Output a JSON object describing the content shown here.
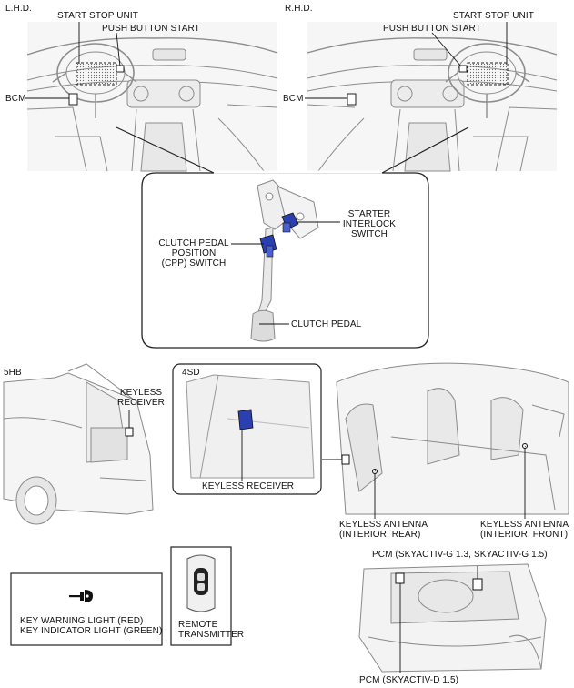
{
  "views": {
    "lhd": "L.H.D.",
    "rhd": "R.H.D."
  },
  "labels": {
    "start_stop_unit": "START STOP UNIT",
    "push_button_start": "PUSH BUTTON START",
    "bcm": "BCM",
    "starter_interlock_switch_1": "STARTER",
    "starter_interlock_switch_2": "INTERLOCK",
    "starter_interlock_switch_3": "SWITCH",
    "cpp_switch_1": "CLUTCH PEDAL",
    "cpp_switch_2": "POSITION",
    "cpp_switch_3": "(CPP) SWITCH",
    "clutch_pedal": "CLUTCH PEDAL",
    "body_5hb": "5HB",
    "body_4sd": "4SD",
    "keyless_receiver_1": "KEYLESS",
    "keyless_receiver_2": "RECEIVER",
    "keyless_receiver_4sd": "KEYLESS RECEIVER",
    "antenna_rear_1": "KEYLESS ANTENNA",
    "antenna_rear_2": "(INTERIOR, REAR)",
    "antenna_front_1": "KEYLESS ANTENNA",
    "antenna_front_2": "(INTERIOR, FRONT)",
    "pcm_gasoline": "PCM  (SKYACTIV-G 1.3, SKYACTIV-G 1.5)",
    "pcm_diesel": "PCM (SKYACTIV-D 1.5)",
    "key_warning_light": "KEY WARNING LIGHT (RED)",
    "key_indicator_light": "KEY INDICATOR LIGHT (GREEN)",
    "remote_transmitter_1": "REMOTE",
    "remote_transmitter_2": "TRANSMITTER"
  },
  "colors": {
    "component_highlight": "#2a3fb0",
    "line_art": "#9a9a9a",
    "shade": "#e4e4e4",
    "text": "#111111"
  },
  "icons": {
    "key_warning_symbol": "key-warning-icon"
  }
}
